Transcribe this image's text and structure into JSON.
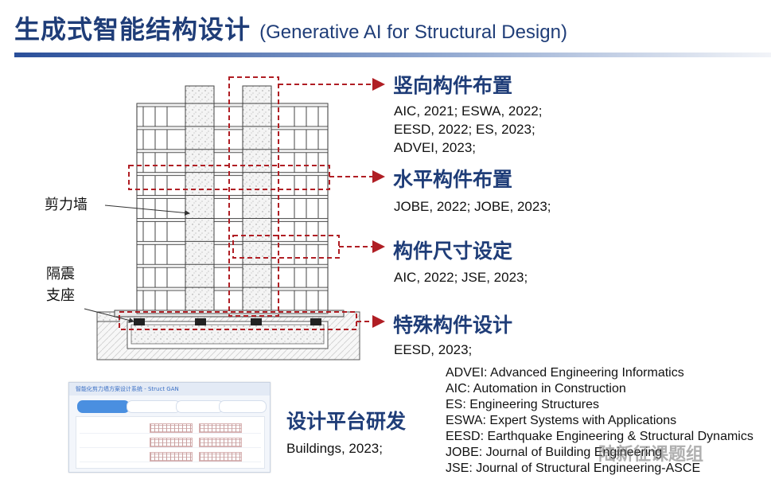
{
  "title": {
    "cn": "生成式智能结构设计",
    "en": "(Generative AI for Structural Design)"
  },
  "colors": {
    "title": "#1f3d78",
    "dashed_box": "#b01e24",
    "rule_start": "#2a4f9a"
  },
  "sections": [
    {
      "heading": "竖向构件布置",
      "refs": [
        "AIC, 2021; ESWA, 2022;",
        "EESD, 2022; ES, 2023;",
        "ADVEI, 2023;"
      ]
    },
    {
      "heading": "水平构件布置",
      "refs": [
        "JOBE, 2022; JOBE, 2023;"
      ]
    },
    {
      "heading": "构件尺寸设定",
      "refs": [
        "AIC, 2022; JSE, 2023;"
      ]
    },
    {
      "heading": "特殊构件设计",
      "refs": [
        "EESD, 2023;"
      ]
    }
  ],
  "labels": {
    "shear_wall": "剪力墙",
    "isolation_line1": "隔震",
    "isolation_line2": "支座"
  },
  "platform": {
    "heading": "设计平台研发",
    "ref": "Buildings, 2023;",
    "thumb_title": "智能化剪力墙方案设计系统 - Struct GAN"
  },
  "legend": [
    "ADVEI: Advanced Engineering Informatics",
    "AIC: Automation in Construction",
    "ES: Engineering Structures",
    "ESWA: Expert Systems with Applications",
    "EESD: Earthquake Engineering & Structural Dynamics",
    "JOBE: Journal of Building Engineering",
    "JSE: Journal of Structural Engineering-ASCE"
  ],
  "watermark": "陆新征课题组"
}
